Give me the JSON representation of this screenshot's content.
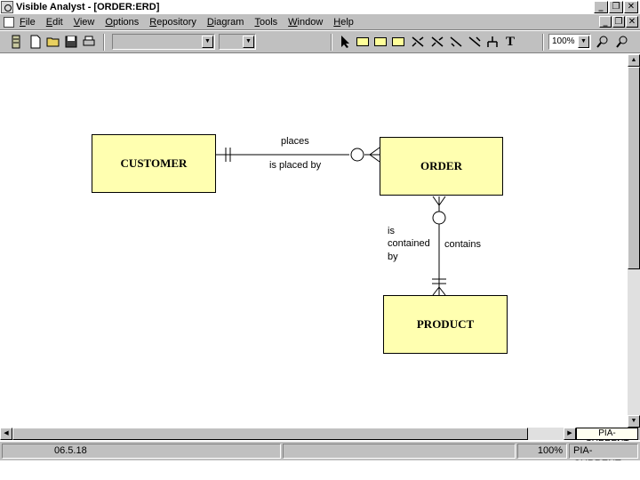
{
  "window": {
    "title": "Visible Analyst - [ORDER:ERD]",
    "minimize_glyph": "_",
    "restore_glyph": "❐",
    "close_glyph": "✕"
  },
  "menu": {
    "items": [
      {
        "key": "F",
        "rest": "ile"
      },
      {
        "key": "E",
        "rest": "dit"
      },
      {
        "key": "V",
        "rest": "iew"
      },
      {
        "key": "O",
        "rest": "ptions"
      },
      {
        "key": "R",
        "rest": "epository"
      },
      {
        "key": "D",
        "rest": "iagram"
      },
      {
        "key": "T",
        "rest": "ools"
      },
      {
        "key": "W",
        "rest": "indow"
      },
      {
        "key": "H",
        "rest": "elp"
      }
    ]
  },
  "toolbar": {
    "zoom_value": "100%",
    "text_tool_glyph": "T",
    "icons": [
      "repository-icon",
      "new-file-icon",
      "open-folder-icon",
      "save-icon",
      "print-icon",
      "pointer-icon",
      "entity-icon",
      "associative-entity-icon",
      "attributive-entity-icon",
      "relationship-icons",
      "text-tool-icon",
      "zoom-in-icon",
      "zoom-out-icon"
    ]
  },
  "diagram": {
    "entities": {
      "customer": "CUSTOMER",
      "order": "ORDER",
      "product": "PRODUCT"
    },
    "relationships": {
      "customer_order_forward": "places",
      "customer_order_reverse": "is placed by",
      "order_product_reverse_line1": "is",
      "order_product_reverse_line2": "contained",
      "order_product_reverse_line3": "by",
      "order_product_forward": "contains"
    },
    "entity_fill": "#ffffb0"
  },
  "scroll": {
    "view_label": "PIA-CURRENT"
  },
  "status": {
    "version": "06.5.18",
    "zoom": "100%",
    "view": "PIA-CURRENT"
  }
}
